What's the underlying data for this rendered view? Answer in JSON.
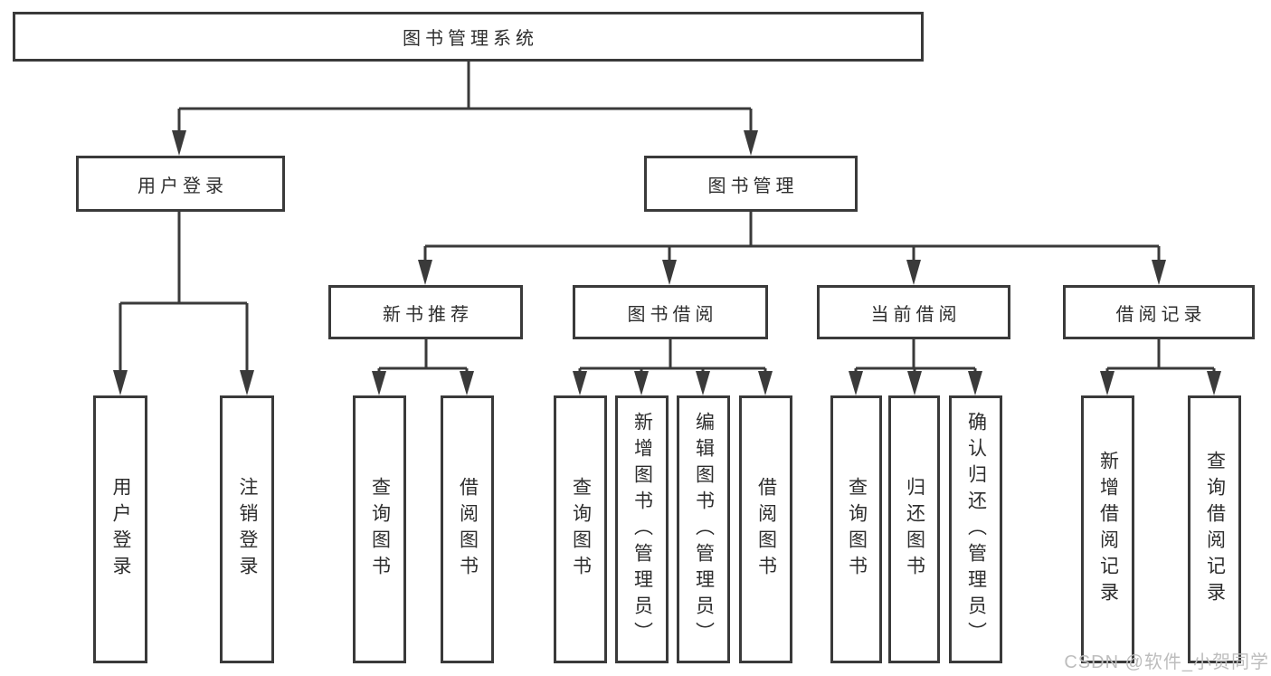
{
  "root": {
    "label": "图书管理系统"
  },
  "level2": [
    {
      "label": "用户登录"
    },
    {
      "label": "图书管理"
    }
  ],
  "level3": [
    {
      "label": "新书推荐"
    },
    {
      "label": "图书借阅"
    },
    {
      "label": "当前借阅"
    },
    {
      "label": "借阅记录"
    }
  ],
  "leaves": {
    "user_login": [
      {
        "label": "用户登录"
      },
      {
        "label": "注销登录"
      }
    ],
    "new_book": [
      {
        "label": "查询图书"
      },
      {
        "label": "借阅图书"
      }
    ],
    "book_borrow": [
      {
        "label": "查询图书"
      },
      {
        "label": "新增图书（管理员）"
      },
      {
        "label": "编辑图书（管理员）"
      },
      {
        "label": "借阅图书"
      }
    ],
    "current_borrow": [
      {
        "label": "查询图书"
      },
      {
        "label": "归还图书"
      },
      {
        "label": "确认归还（管理员）"
      }
    ],
    "borrow_record": [
      {
        "label": "新增借阅记录"
      },
      {
        "label": "查询借阅记录"
      }
    ]
  },
  "watermark": "CSDN @软件_小贺同学",
  "colors": {
    "line": "#3a3a3a",
    "text": "#2e2e2e",
    "box_background": "#ffffff",
    "watermark": "#bdbdbd",
    "page_background": "#ffffff"
  }
}
